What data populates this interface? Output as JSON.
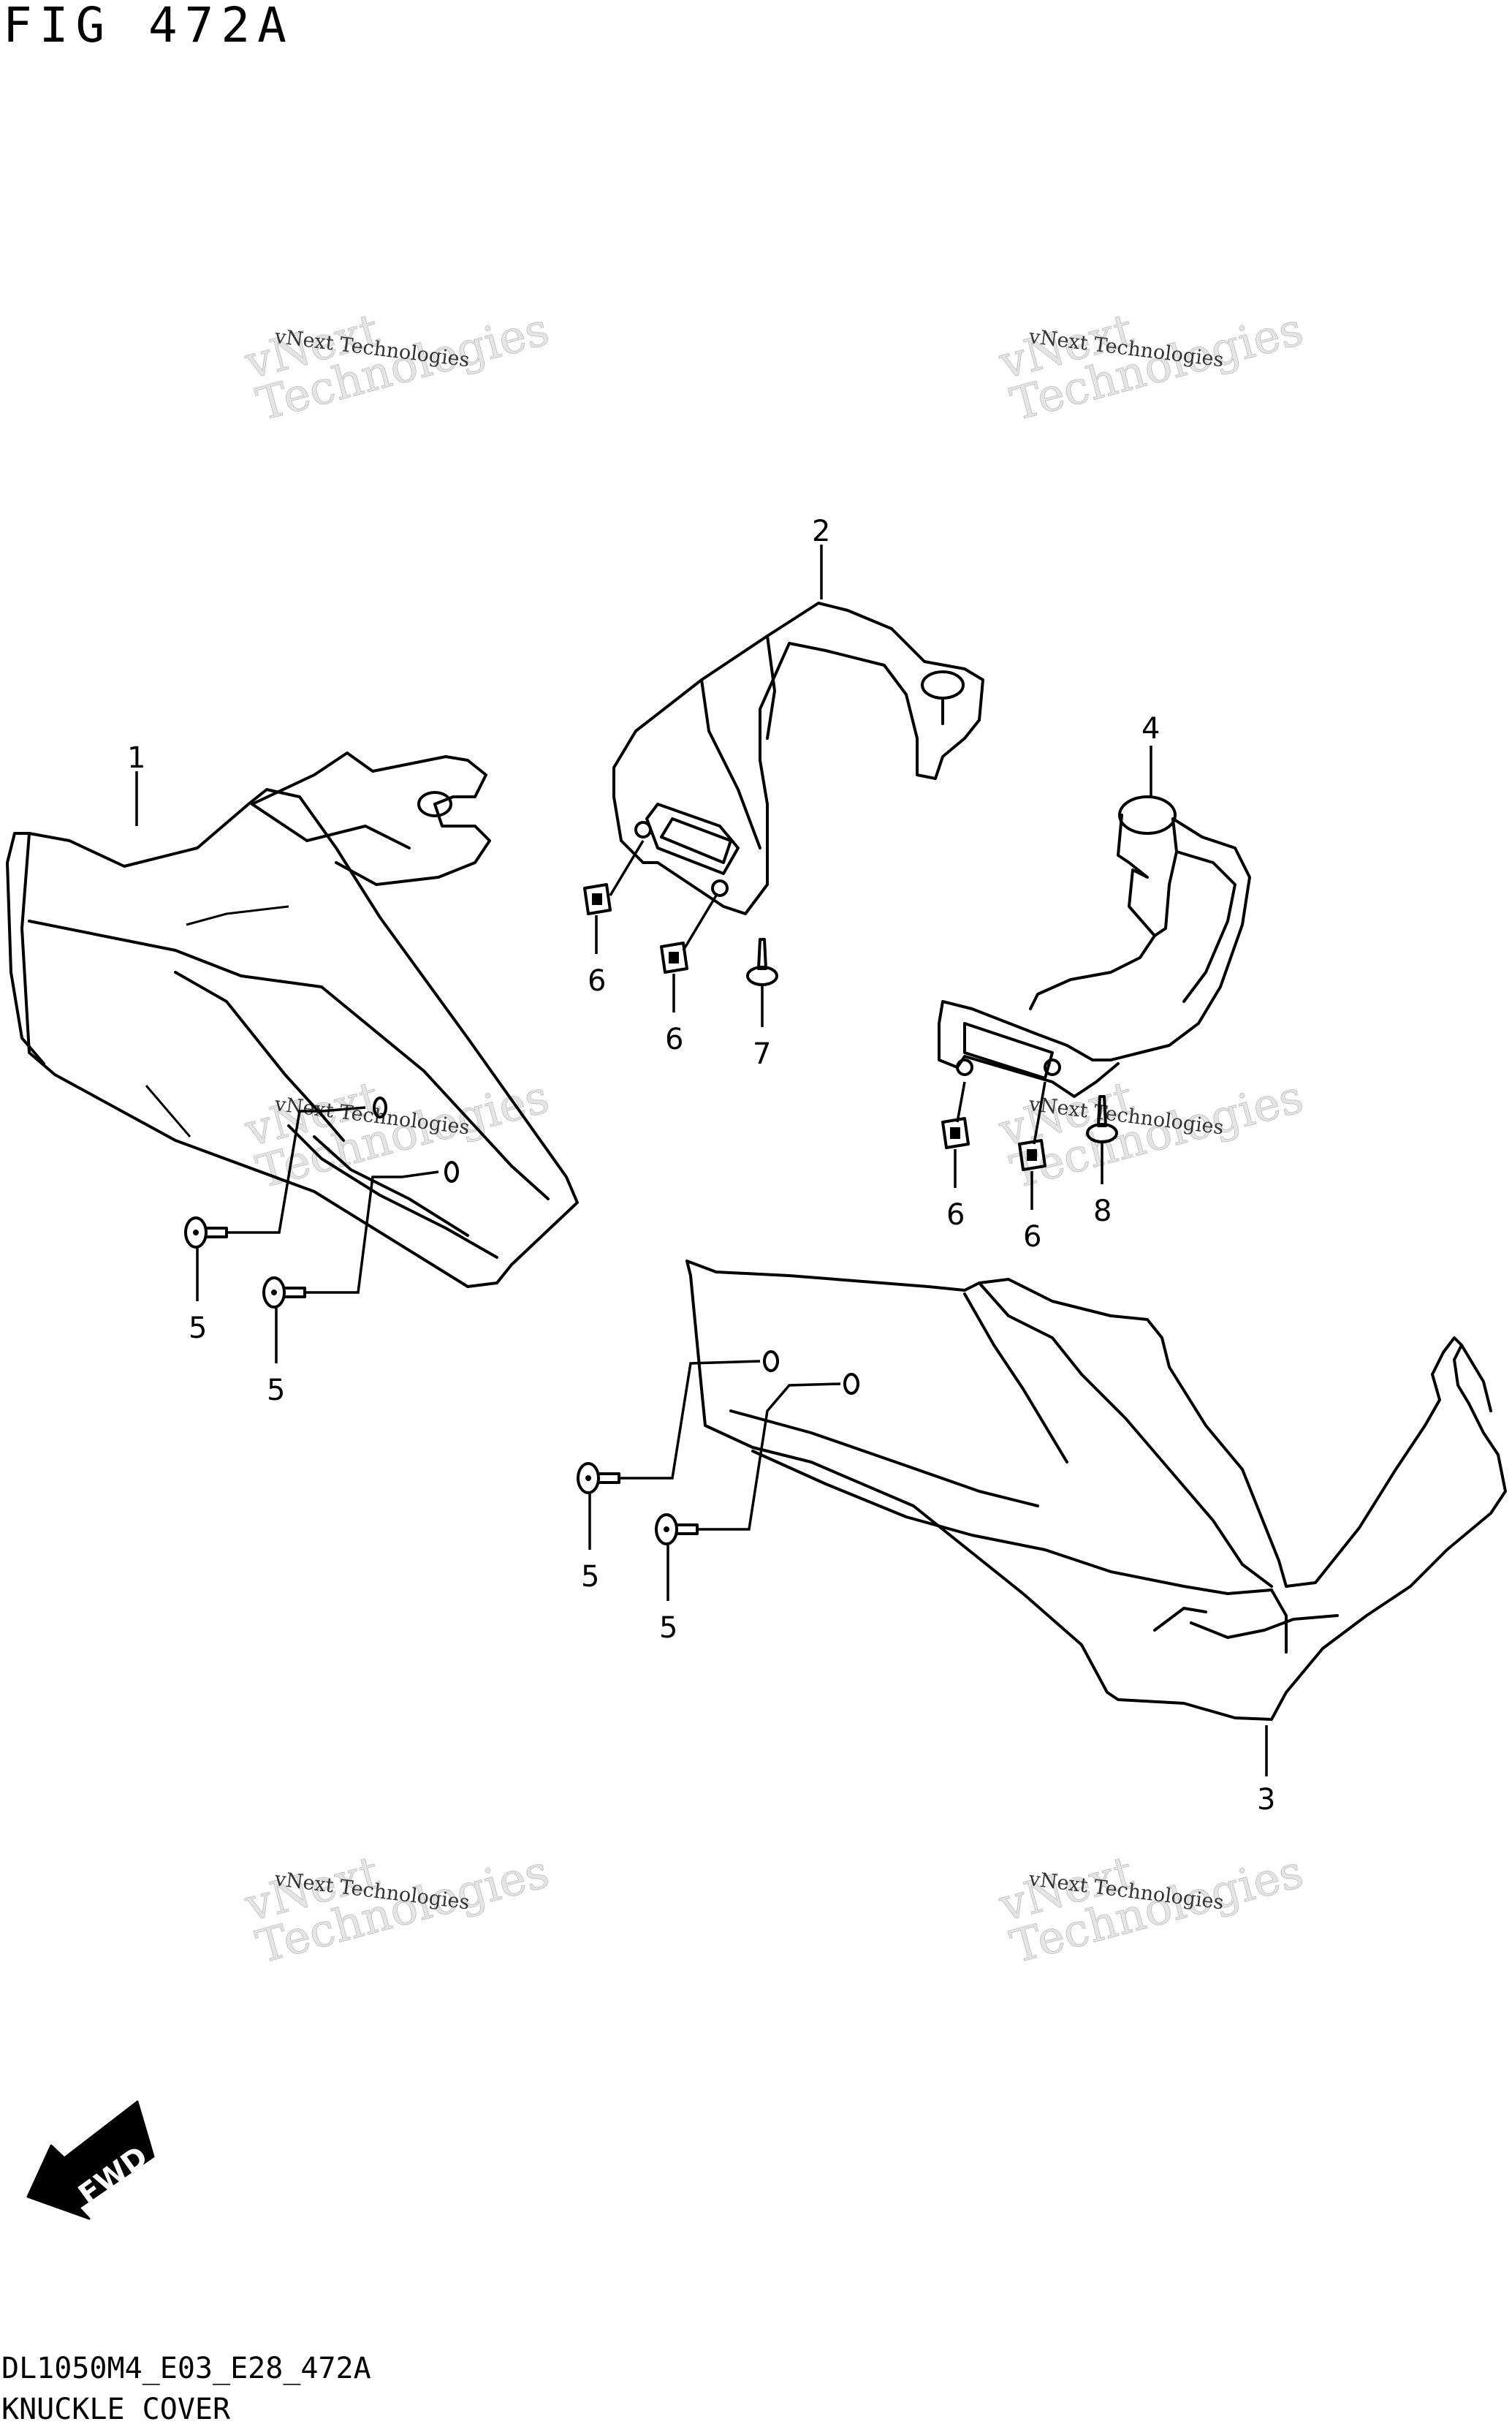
{
  "header": {
    "figure_title": "FIG 472A"
  },
  "footer": {
    "model_code": "DL1050M4_E03_E28_472A",
    "section_name": "KNUCKLE COVER"
  },
  "watermark": {
    "brand": "vNext\nTechnologies",
    "caption": "vNext Technologies"
  },
  "fwd_label": "FWD",
  "callouts": [
    "1",
    "2",
    "3",
    "4",
    "5",
    "5",
    "5",
    "5",
    "6",
    "6",
    "6",
    "6",
    "7",
    "8"
  ]
}
